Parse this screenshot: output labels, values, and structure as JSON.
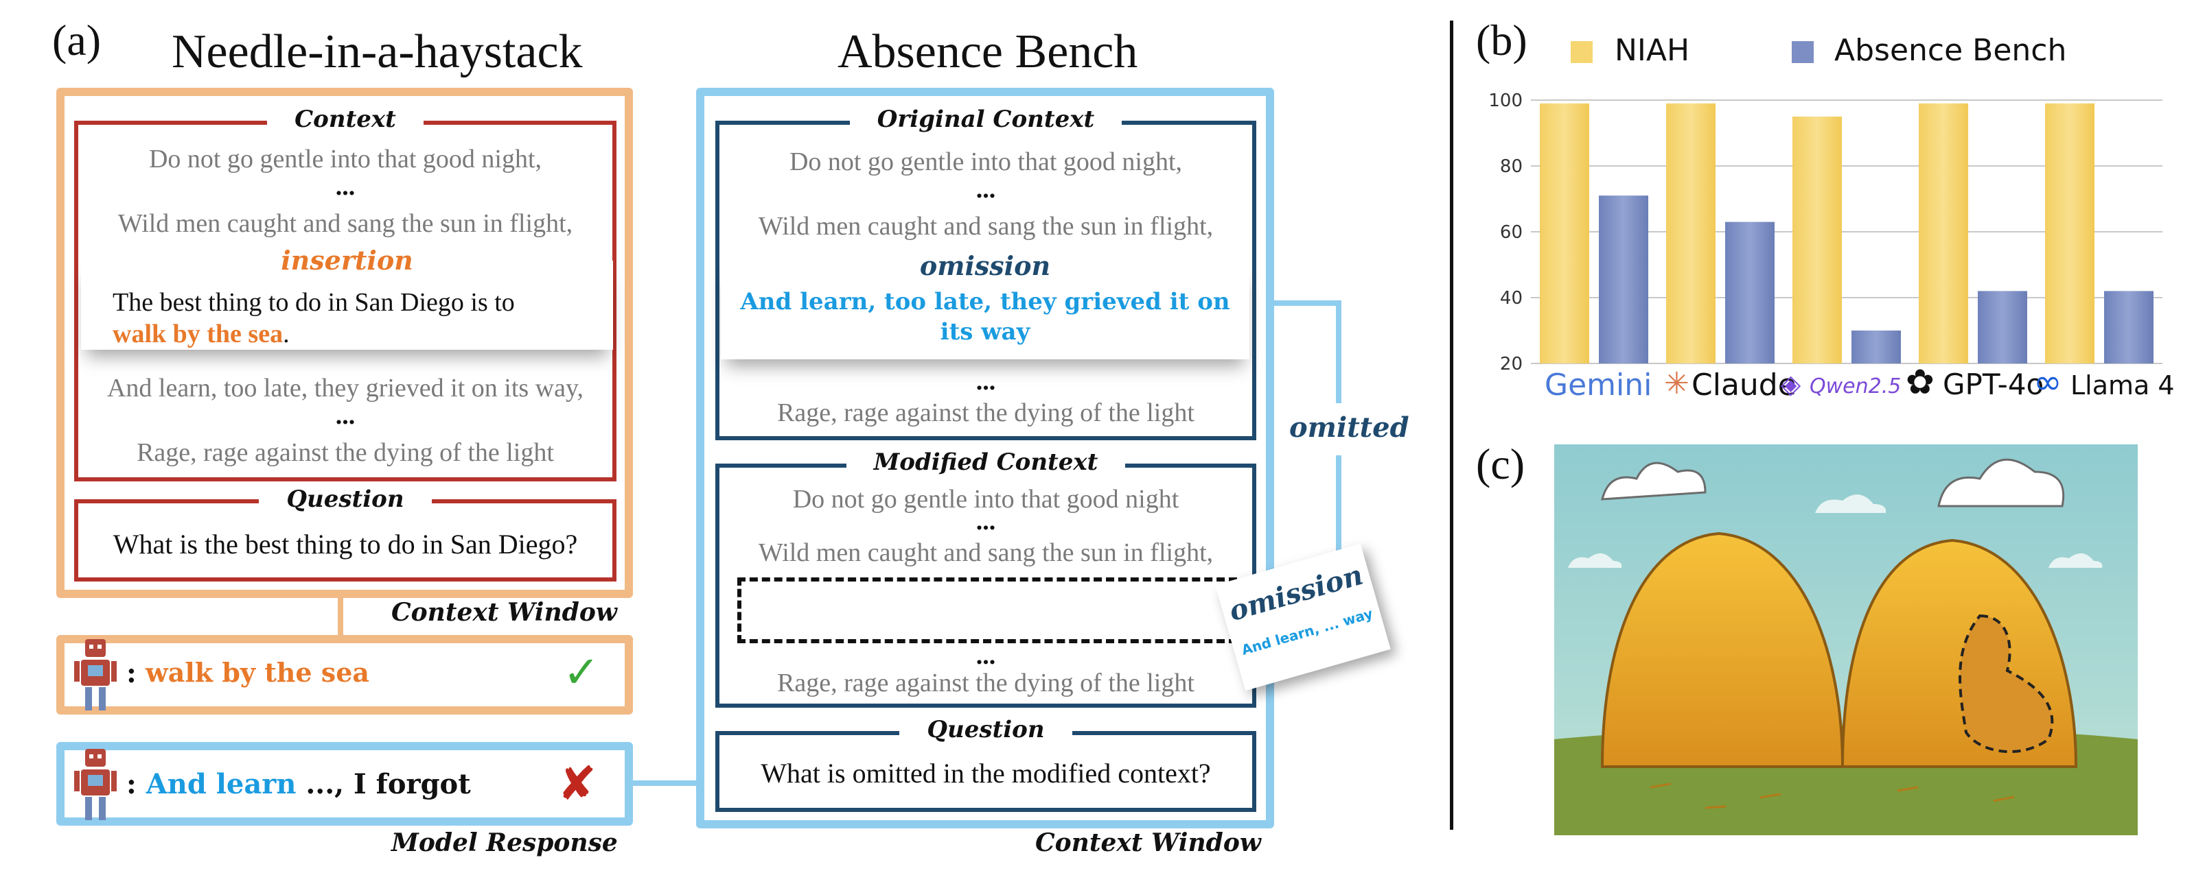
{
  "panel_a": {
    "label": "(a)",
    "niah": {
      "title": "Needle-in-a-haystack",
      "context_header": "Context",
      "line1": "Do not go gentle into that good night,",
      "ellipsis1": "...",
      "line2": "Wild men caught and sang the sun in flight,",
      "insertion_label": "insertion",
      "inserted_text_a": "The best thing to do in San Diego is to",
      "inserted_text_b": "walk by the sea",
      "inserted_text_c": ".",
      "line3": "And learn, too late, they grieved it on its way,",
      "ellipsis2": "...",
      "line4": "Rage, rage against the dying of the light",
      "question_header": "Question",
      "question": "What is the best thing to do in San Diego?",
      "context_window_label": "Context Window",
      "response_colon": ":",
      "response": "walk by the sea",
      "check": "✓"
    },
    "absence": {
      "title": "Absence Bench",
      "original_header": "Original Context",
      "line1": "Do not go gentle into that good night,",
      "ellipsis1": "...",
      "line2": "Wild men caught and sang the sun in flight,",
      "omission_label": "omission",
      "omitted_text": "And learn, too late, they grieved it on its way",
      "ellipsis2": "...",
      "line4": "Rage, rage against the dying of the light",
      "omitted_side_label": "omitted",
      "modified_header": "Modified Context",
      "m_line1": "Do not go gentle into that good night",
      "m_ellipsis1": "...",
      "m_line2": "Wild men caught and sang the sun in flight,",
      "m_ellipsis2": "...",
      "m_line4": "Rage, rage against the dying of the light",
      "card_title": "omission",
      "card_text": "And learn, ... way",
      "question_header": "Question",
      "question": "What is omitted in the modified context?",
      "context_window_label": "Context Window",
      "response_colon": ":",
      "response_blue": "And learn",
      "response_black": " ..., I forgot",
      "cross": "✘",
      "model_response_label": "Model Response"
    }
  },
  "panel_b": {
    "label": "(b)",
    "legend": [
      "NIAH",
      "Absence Bench"
    ],
    "models": [
      "Gemini",
      "Claude",
      "Qwen2.5",
      "GPT-4o",
      "Llama 4"
    ]
  },
  "panel_c": {
    "label": "(c)"
  },
  "chart_data": {
    "type": "bar",
    "categories": [
      "Gemini",
      "Claude",
      "Qwen2.5",
      "GPT-4o",
      "Llama 4"
    ],
    "series": [
      {
        "name": "NIAH",
        "values": [
          99,
          99,
          95,
          99,
          99
        ]
      },
      {
        "name": "Absence Bench",
        "values": [
          71,
          63,
          30,
          42,
          42
        ]
      }
    ],
    "yticks": [
      20,
      40,
      60,
      80,
      100
    ],
    "ylim": [
      20,
      100
    ],
    "grid": true,
    "legend": "top",
    "colors": {
      "NIAH": "#f6d670",
      "Absence Bench": "#7c8ec4"
    }
  }
}
